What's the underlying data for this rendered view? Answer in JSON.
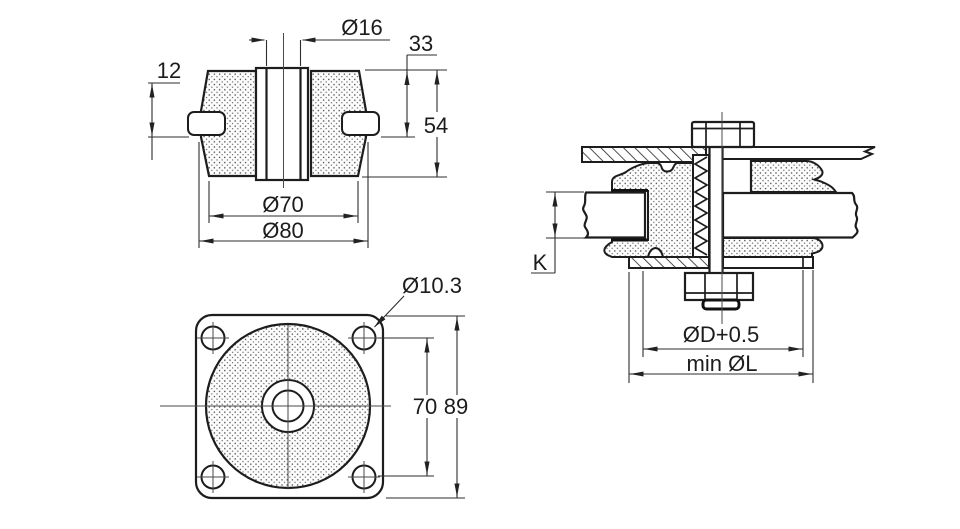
{
  "drawing": {
    "type": "engineering-drawing",
    "part": "conical rubber vibration mount, sectional / bottom / installation views",
    "labels": {
      "front": {
        "bore_dia": "Ø16",
        "height_upper": "33",
        "lug_height": "12",
        "height_total": "54",
        "dia_inner": "Ø70",
        "dia_outer": "Ø80"
      },
      "bottom": {
        "hole_dia": "Ø10.3",
        "hole_spacing": "70",
        "flange_size": "89"
      },
      "install": {
        "panel_thickness": "K",
        "hole_dia": "ØD+0.5",
        "min_bearing_dia": "min ØL"
      }
    },
    "colors": {
      "ink": "#1d1d1d",
      "dim_ink": "#2e2e2e",
      "paper": "#ffffff"
    }
  }
}
